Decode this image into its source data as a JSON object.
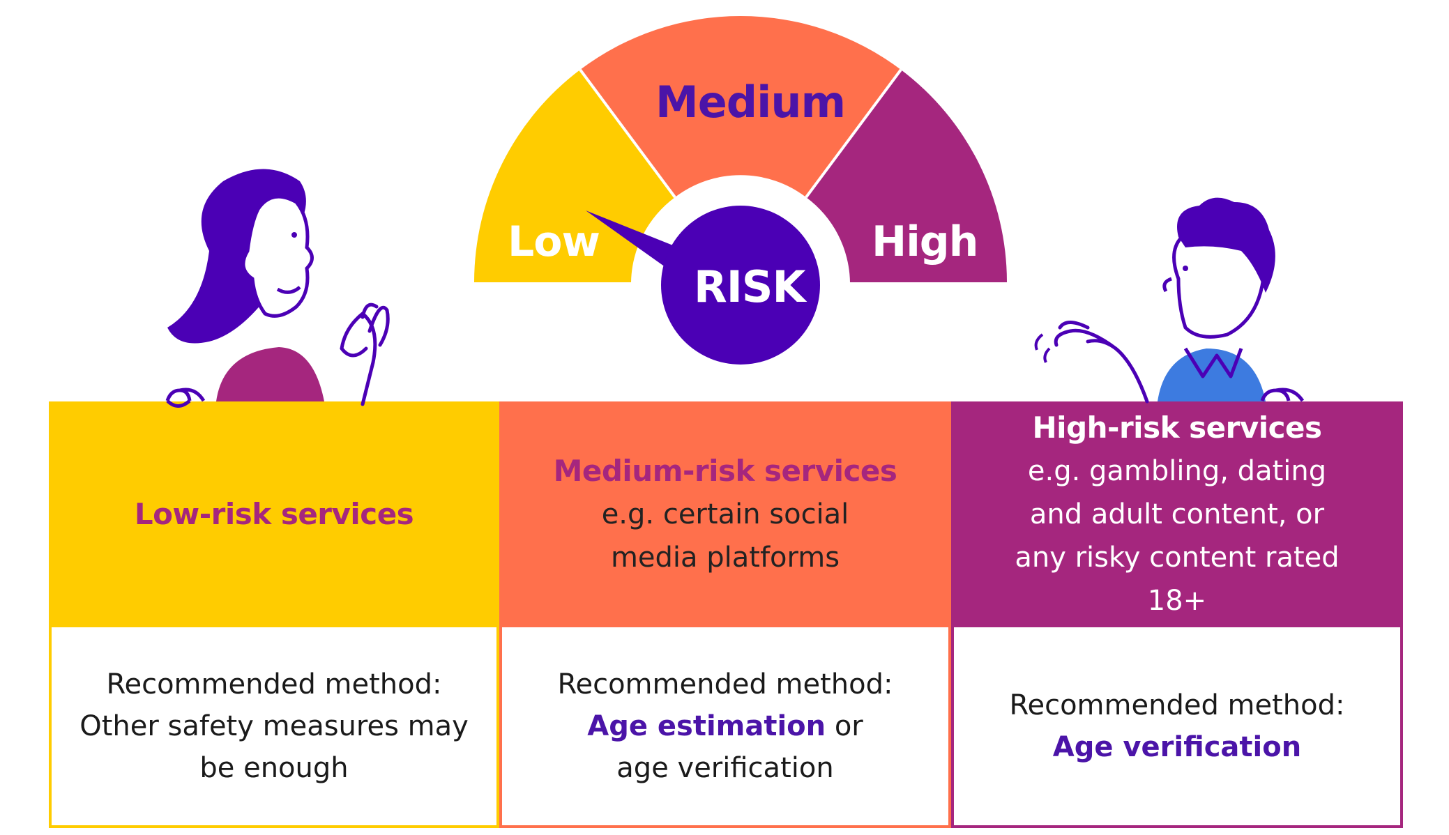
{
  "gauge": {
    "low_label": "Low",
    "medium_label": "Medium",
    "high_label": "High",
    "center_label": "RISK",
    "colors": {
      "low": "#ffcc00",
      "medium": "#ff704c",
      "high": "#a5267e",
      "center": "#4b00b5"
    }
  },
  "columns": {
    "low": {
      "title": "Low-risk services",
      "description": "",
      "rec_label": "Recommended method:",
      "rec_line": "Other safety measures may be enough"
    },
    "medium": {
      "title": "Medium-risk services",
      "description": "e.g. certain social media platforms",
      "rec_label": "Recommended method:",
      "rec_bold": "Age estimation",
      "rec_rest": " or age verification"
    },
    "high": {
      "title": "High-risk services",
      "description": "e.g. gambling, dating and adult content, or any risky content rated 18+",
      "rec_label": "Recommended method:",
      "rec_bold": "Age verification"
    }
  },
  "illustrations": {
    "left_person": "woman-ok-gesture-icon",
    "right_person": "man-shrug-icon"
  }
}
